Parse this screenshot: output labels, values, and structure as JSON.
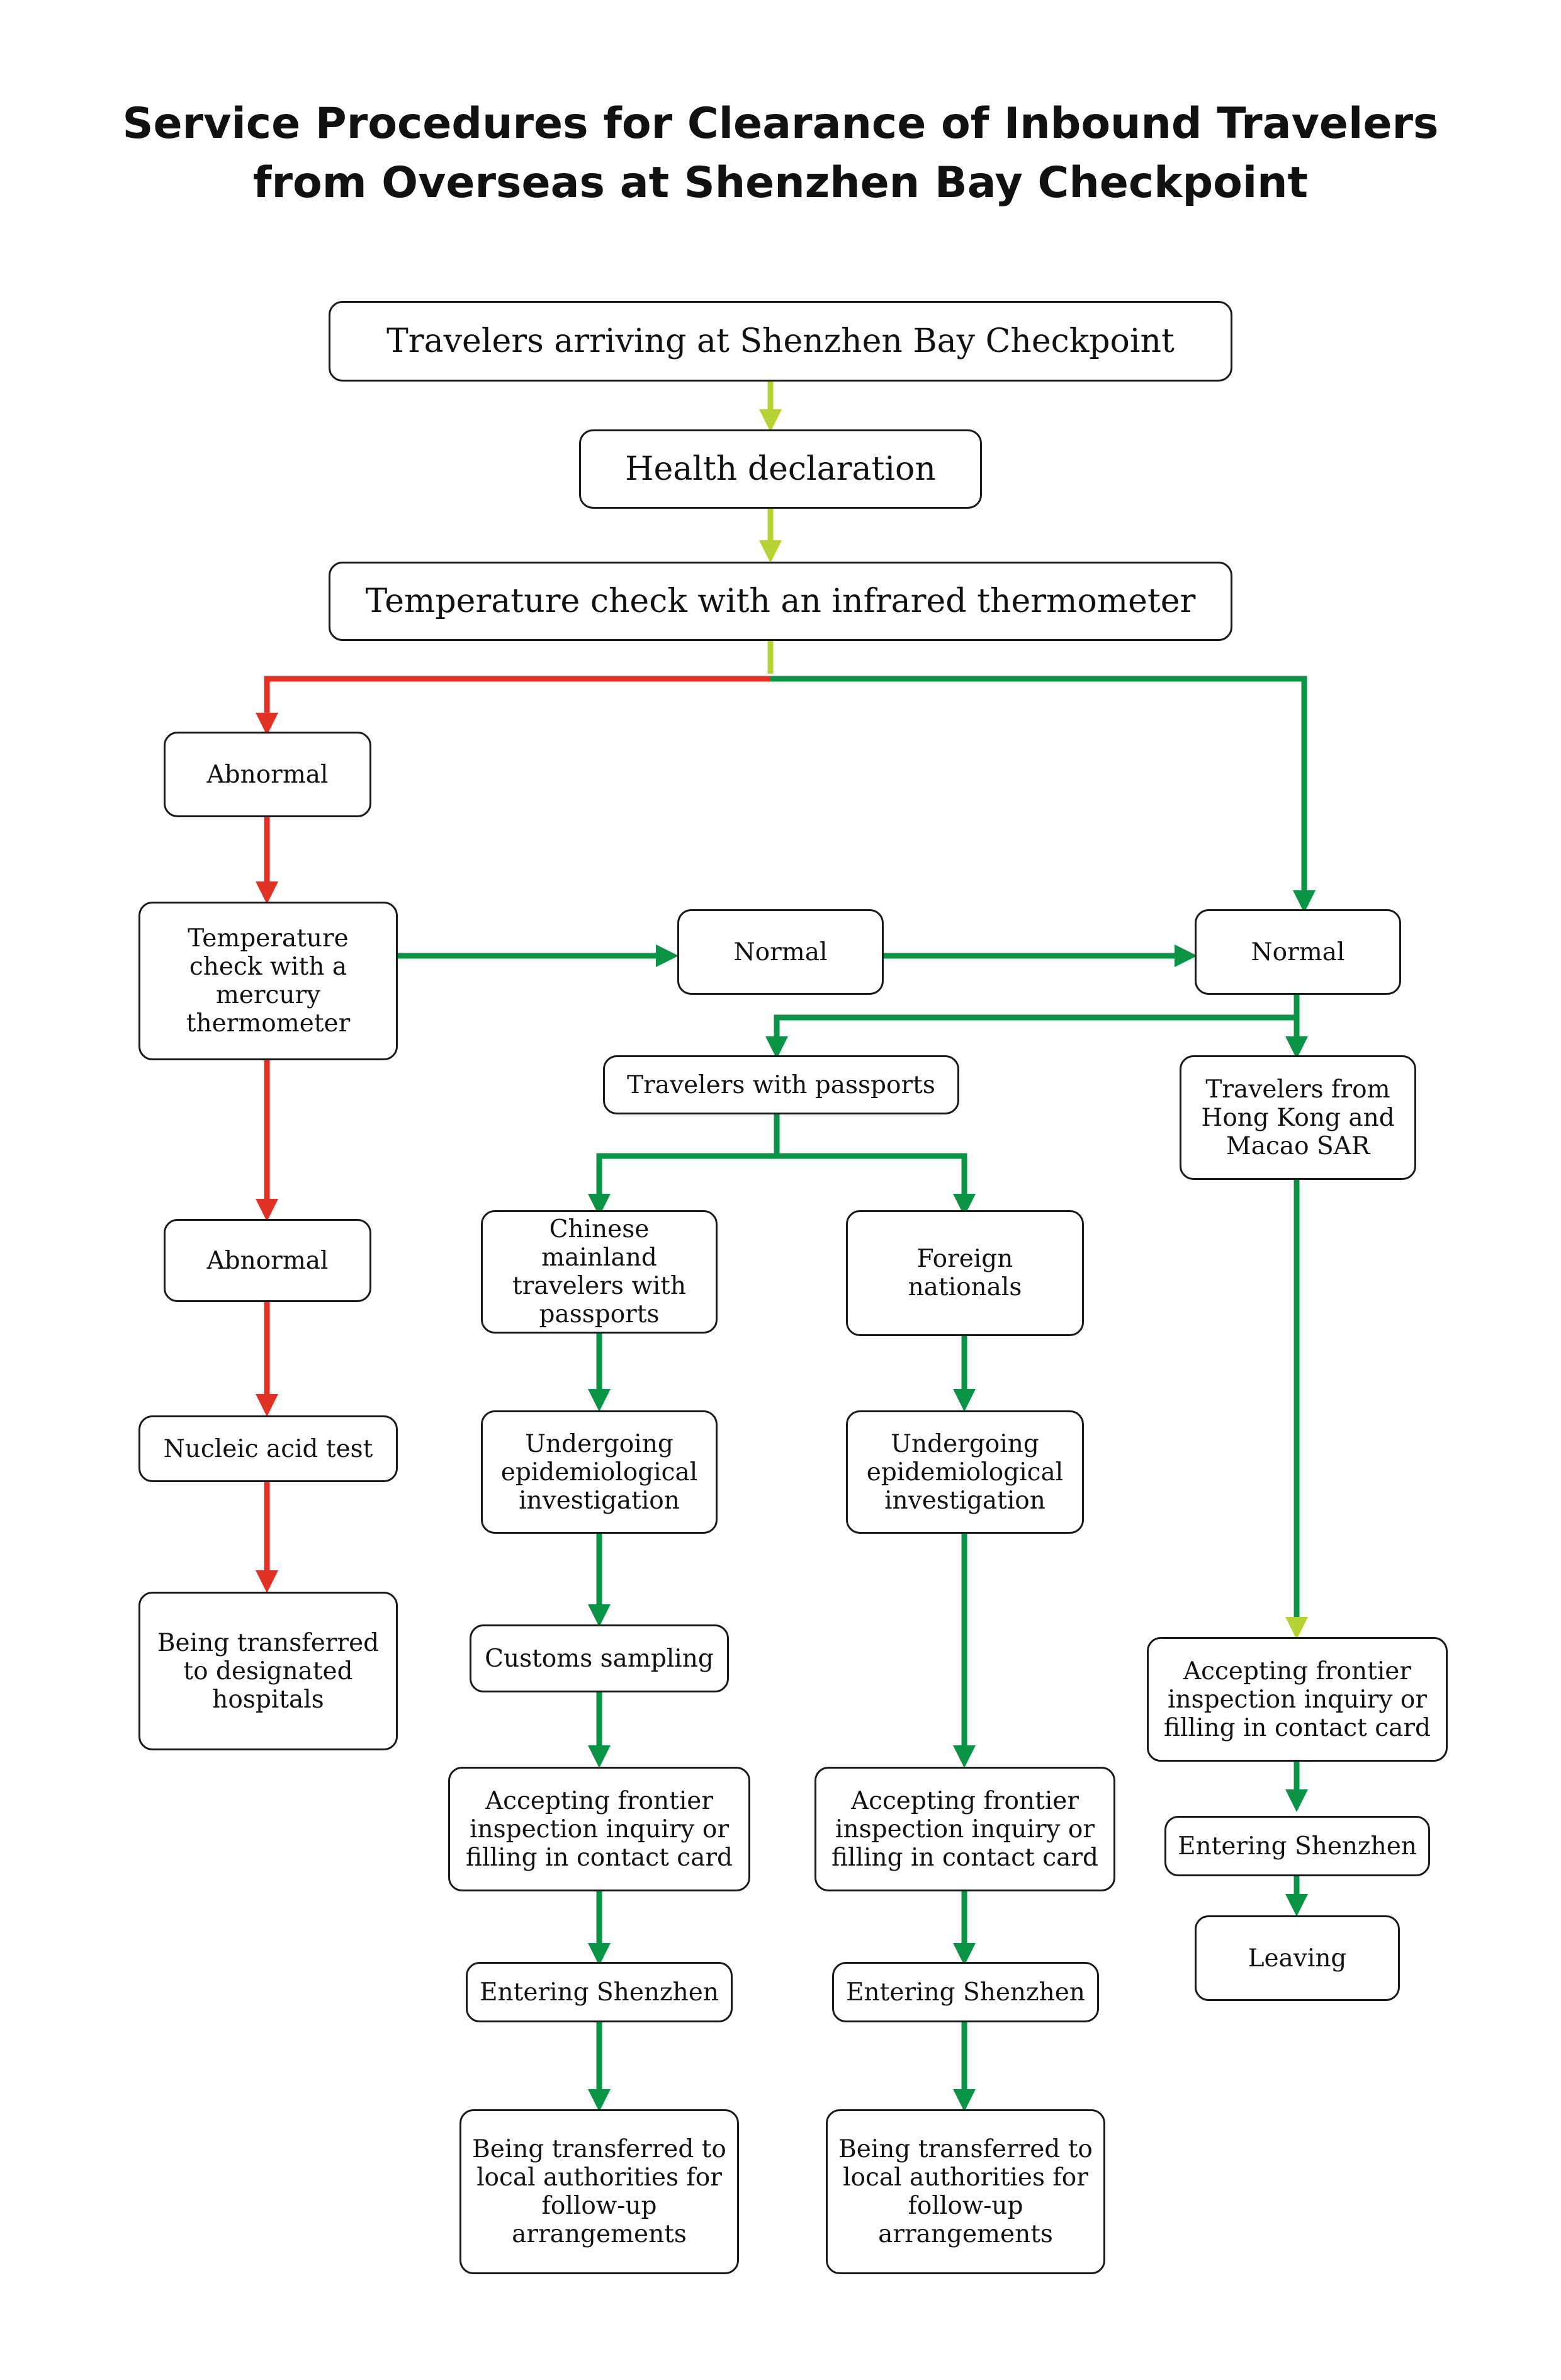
{
  "title": {
    "line1": "Service Procedures for Clearance of Inbound Travelers",
    "line2": "from Overseas at Shenzhen Bay Checkpoint"
  },
  "colors": {
    "start_arrow": "#b5d334",
    "abnormal": "#e03224",
    "normal": "#0b9445",
    "box_border": "#1a1a1a"
  },
  "nodes": {
    "arriving": "Travelers arriving at Shenzhen Bay Checkpoint",
    "health": "Health declaration",
    "infrared": "Temperature check with an infrared thermometer",
    "abnormal1": "Abnormal",
    "mercury": "Temperature check with a mercury thermometer",
    "normal_mid": "Normal",
    "normal_right": "Normal",
    "passports": "Travelers with passports",
    "hkmacao": "Travelers from Hong Kong and Macao SAR",
    "abnormal2": "Abnormal",
    "chinese": "Chinese mainland travelers with passports",
    "foreign": "Foreign nationals",
    "nucleic": "Nucleic acid test",
    "epi1": "Undergoing epidemiological investigation",
    "epi2": "Undergoing epidemiological investigation",
    "hospitals": "Being transferred to designated hospitals",
    "customs": "Customs sampling",
    "frontier1": "Accepting frontier inspection inquiry or filling in contact card",
    "frontier2": "Accepting frontier inspection inquiry or filling in contact card",
    "frontier3": "Accepting frontier inspection inquiry or filling in contact card",
    "entering1": "Entering Shenzhen",
    "entering2": "Entering Shenzhen",
    "entering3": "Entering Shenzhen",
    "leaving": "Leaving",
    "local1": "Being transferred to local authorities for follow-up arrangements",
    "local2": "Being transferred to local authorities for follow-up arrangements"
  }
}
